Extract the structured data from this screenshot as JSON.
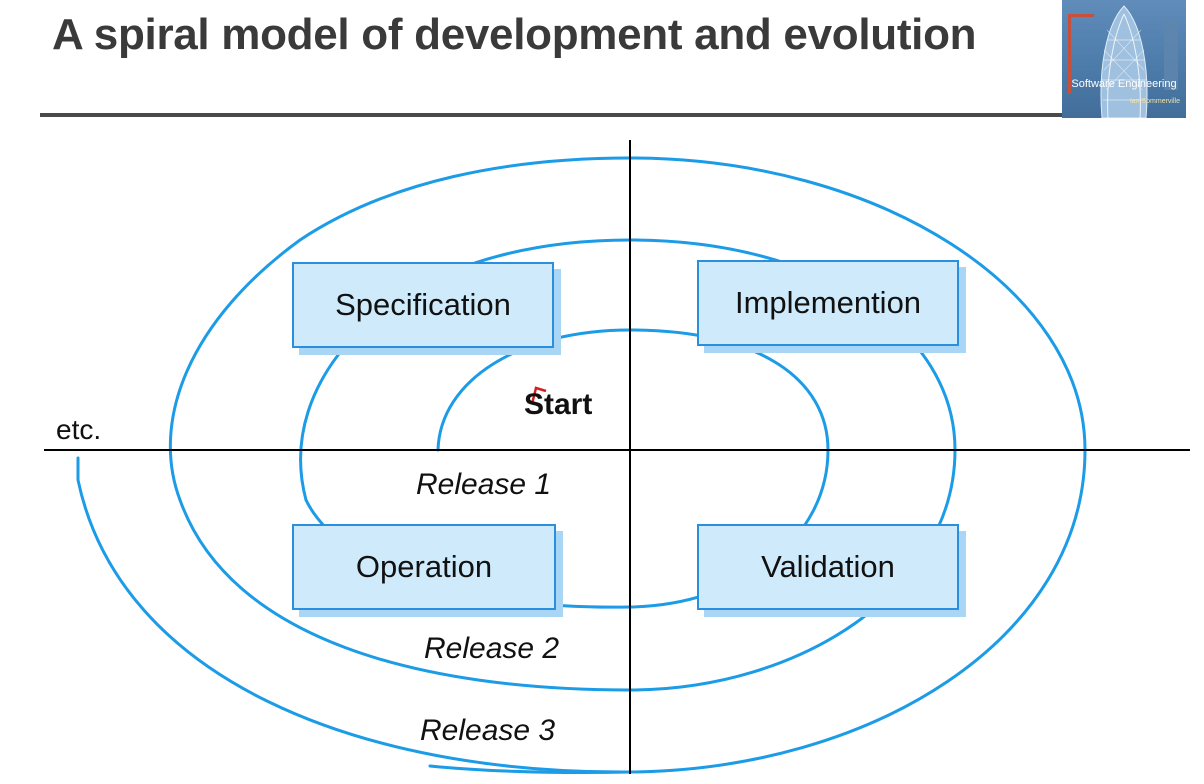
{
  "header": {
    "title": "A spiral model of development and evolution"
  },
  "cover": {
    "title": "Software Engineering",
    "author": "Ian Sommerville"
  },
  "diagram": {
    "phases": {
      "specification": "Specification",
      "implementation": "Implemention",
      "operation": "Operation",
      "validation": "Validation"
    },
    "start_label": "Start",
    "releases": [
      "Release 1",
      "Release 2",
      "Release 3"
    ],
    "etc_label": "etc.",
    "colors": {
      "spiral": "#1c9be6",
      "box_fill": "#cfeafb",
      "box_border": "#2a8fdc",
      "box_shadow": "#a8d6f4",
      "axis": "#000000",
      "start_arrow": "#d22020"
    }
  }
}
